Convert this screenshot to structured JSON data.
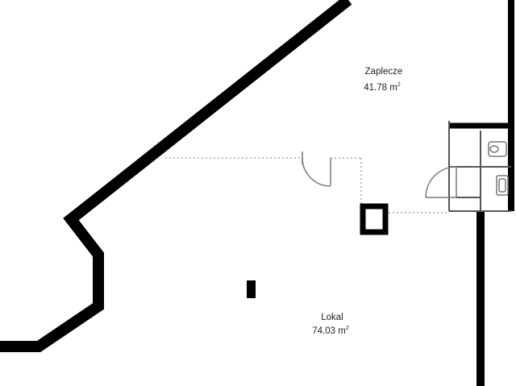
{
  "rooms": [
    {
      "name": "Zaplecze",
      "area": "41.78 m",
      "unit_sup": "2"
    },
    {
      "name": "Lokal",
      "area": "74.03 m",
      "unit_sup": "2"
    }
  ],
  "colors": {
    "wall": "#000000",
    "thin_wall": "#444444",
    "dotted_line": "#bdbdbd",
    "fixture": "#777777",
    "background": "#ffffff"
  },
  "icons": [
    "door-swing-icon",
    "pillar-icon",
    "toilet-icon",
    "sink-icon"
  ]
}
